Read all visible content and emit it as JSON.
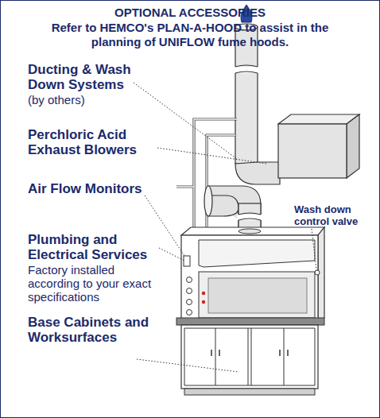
{
  "diagram": {
    "title": "OPTIONAL ACCESSORIES",
    "labels": [
      "Refer to HEMCO's PLAN-A-HOOD to assist in the planning of UNIFLOW fume hoods.",
      "Ducting & Wash Down Systems",
      "(by others)",
      "Perchloric Acid Exhaust Blowers",
      "Air Flow Monitors",
      "Plumbing and Electrical Services",
      "Factory installed according to your exact specifications",
      "Base Cabinets and Worksurfaces",
      "Wash down control valve"
    ]
  }
}
